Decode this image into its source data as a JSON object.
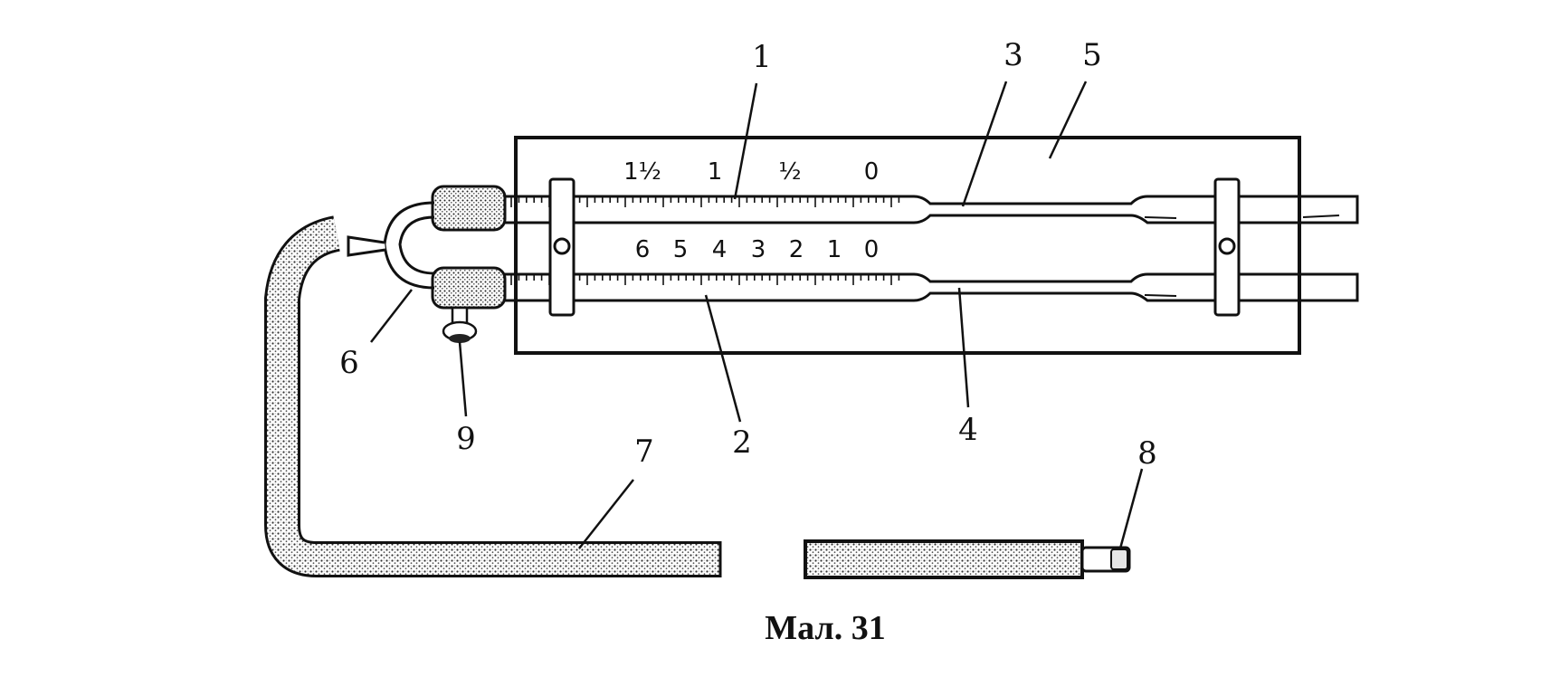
{
  "caption": "Мал. 31",
  "callouts": [
    "1",
    "2",
    "3",
    "4",
    "5",
    "6",
    "7",
    "8",
    "9"
  ],
  "upper_scale": {
    "major_labels": [
      "1½",
      "1",
      "½",
      "0"
    ]
  },
  "lower_scale": {
    "labels": [
      "6",
      "5",
      "4",
      "3",
      "2",
      "1",
      "0"
    ]
  },
  "colors": {
    "ink": "#111111",
    "background": "#ffffff",
    "tube_fill": "#e6e6e6"
  }
}
